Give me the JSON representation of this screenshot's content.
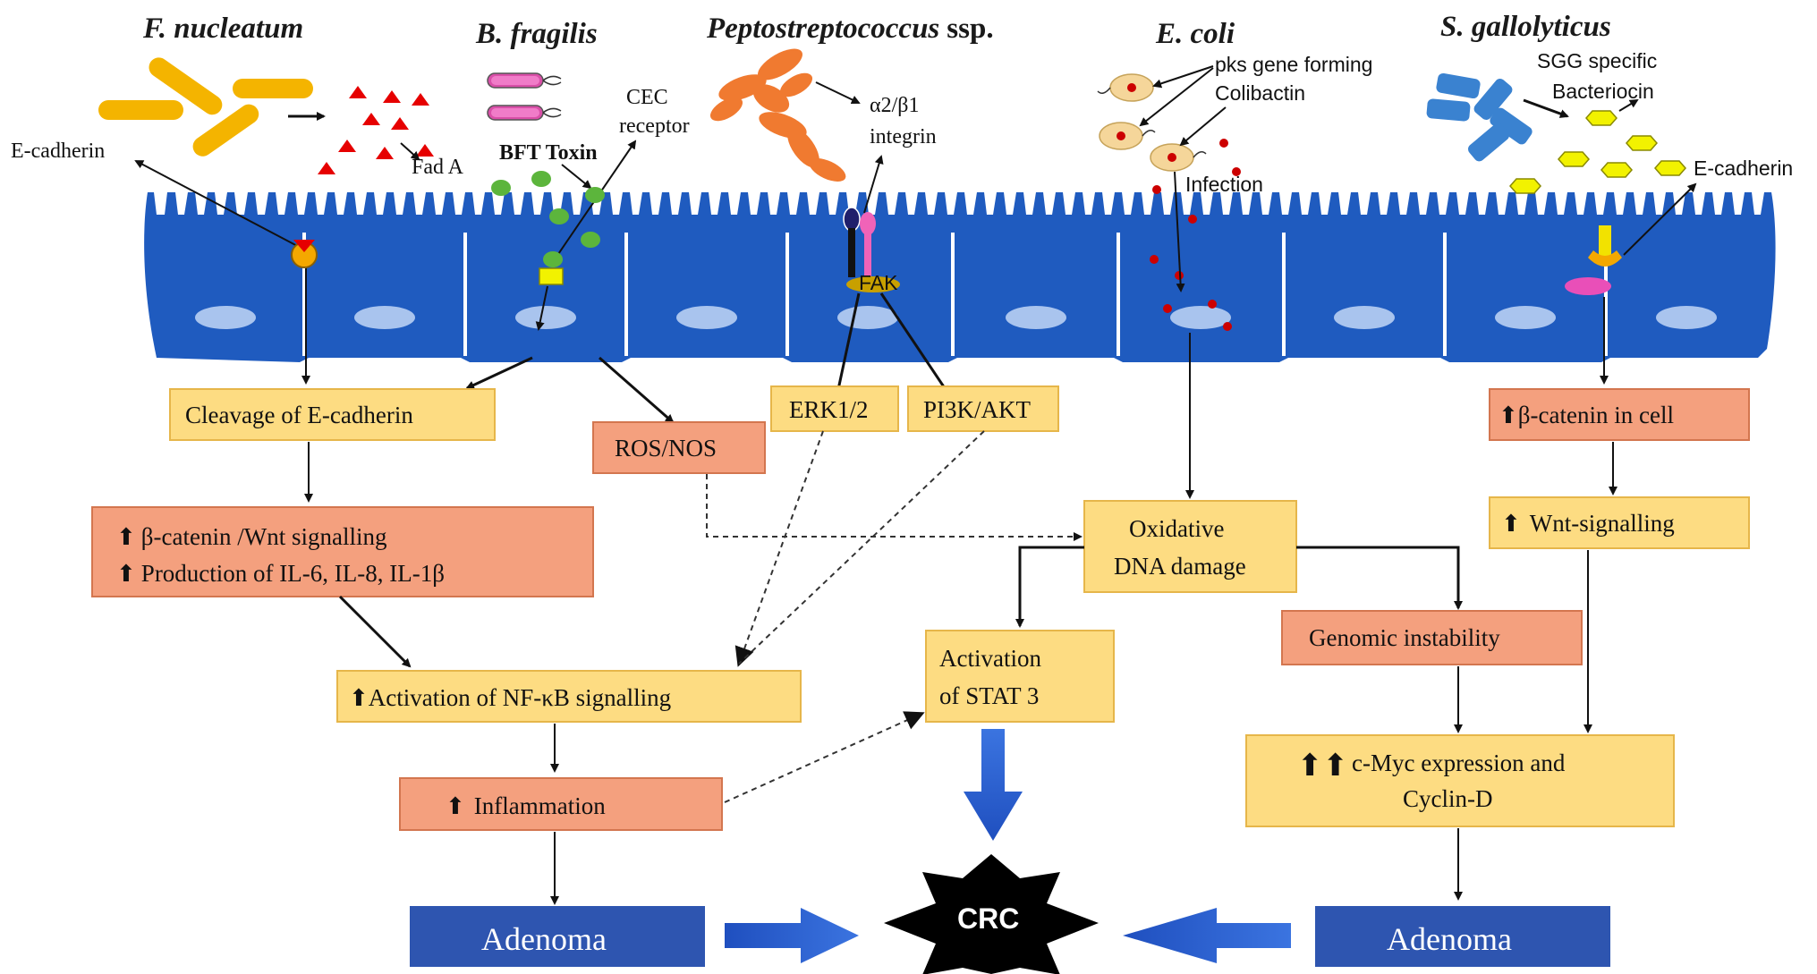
{
  "species": {
    "fnucleatum": "F. nucleatum",
    "bfragilis": "B. fragilis",
    "pepto_genus": "Peptostreptococcus",
    "pepto_suffix": "ssp.",
    "ecoli": "E. coli",
    "sgallo": "S. gallolyticus"
  },
  "labels": {
    "ecadherin_left": "E-cadherin",
    "fada": "Fad A",
    "cec_receptor_line1": "CEC",
    "cec_receptor_line2": "receptor",
    "bft_toxin": "BFT Toxin",
    "integrin_line1": "α2/β1",
    "integrin_line2": "integrin",
    "fak": "FAK",
    "pks_line1": "pks gene forming",
    "pks_line2": "Colibactin",
    "infection": "Infection",
    "sgg_line1": "SGG specific",
    "sgg_line2": "Bacteriocin",
    "ecadherin_right": "E-cadherin"
  },
  "boxes": {
    "cleavage": "Cleavage  of E-cadherin",
    "ros": "ROS/NOS",
    "erk": "ERK1/2",
    "pi3k": "PI3K/AKT",
    "bcat_cell": "β-catenin  in cell",
    "wnt_right": "Wnt-signalling",
    "bcat_wnt_line1": "β-catenin /Wnt signalling",
    "bcat_wnt_line2": "Production of IL-6,  IL-8,  IL-1β",
    "oxidative_line1": "Oxidative",
    "oxidative_line2": "DNA damage",
    "genomic": "Genomic  instability",
    "activation_stat_line1": "Activation",
    "activation_stat_line2": "of STAT  3",
    "nfkb": "Activation  of NF-κB signalling",
    "cmyc_line1": "c-Myc  expression  and",
    "cmyc_line2": "Cyclin-D",
    "inflammation": "Inflammation",
    "adenoma_left": "Adenoma",
    "adenoma_right": "Adenoma",
    "crc": "CRC"
  },
  "colors": {
    "epithelium": "#1f5bbf",
    "nucleus": "#a9c4ee",
    "yellow_box": "#fddc82",
    "salmon_box": "#f4a07e",
    "adenoma": "#2e55b0",
    "crc": "#000000",
    "fnucleatum_bacteria": "#f4b400",
    "pepto_bacteria": "#f07a30",
    "sgallo_bacteria": "#3a82d0",
    "toxin_dots": "#5cb53c",
    "fada_triangles": "#e60000"
  }
}
